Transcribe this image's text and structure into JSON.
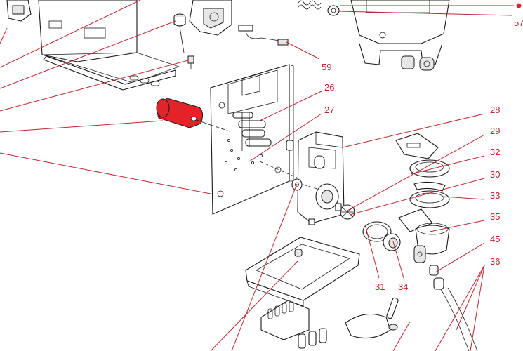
{
  "diagram": {
    "highlight_color": "#e3222a",
    "line_color": "#c0262f",
    "callouts": [
      {
        "id": "57",
        "label": "57"
      },
      {
        "id": "59",
        "label": "59"
      },
      {
        "id": "26",
        "label": "26"
      },
      {
        "id": "27",
        "label": "27"
      },
      {
        "id": "28",
        "label": "28"
      },
      {
        "id": "29",
        "label": "29"
      },
      {
        "id": "32",
        "label": "32"
      },
      {
        "id": "30",
        "label": "30"
      },
      {
        "id": "33",
        "label": "33"
      },
      {
        "id": "35",
        "label": "35"
      },
      {
        "id": "45",
        "label": "45"
      },
      {
        "id": "36",
        "label": "36"
      },
      {
        "id": "31",
        "label": "31"
      },
      {
        "id": "34",
        "label": "34"
      }
    ]
  }
}
